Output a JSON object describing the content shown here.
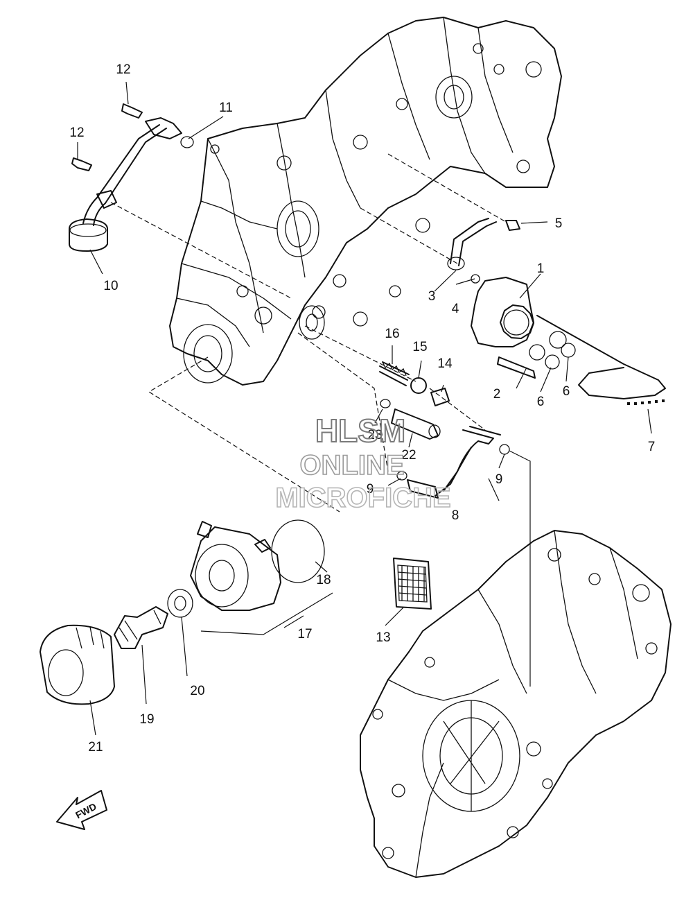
{
  "watermark": {
    "line1": "HLSM",
    "line2": "ONLINE",
    "line3": "MICROFICHE"
  },
  "fwd_label": "FWD",
  "callouts": [
    "1",
    "2",
    "3",
    "4",
    "5",
    "6",
    "6",
    "7",
    "8",
    "9",
    "9",
    "10",
    "11",
    "12",
    "12",
    "13",
    "14",
    "15",
    "16",
    "17",
    "18",
    "19",
    "20",
    "21",
    "22",
    "23"
  ]
}
